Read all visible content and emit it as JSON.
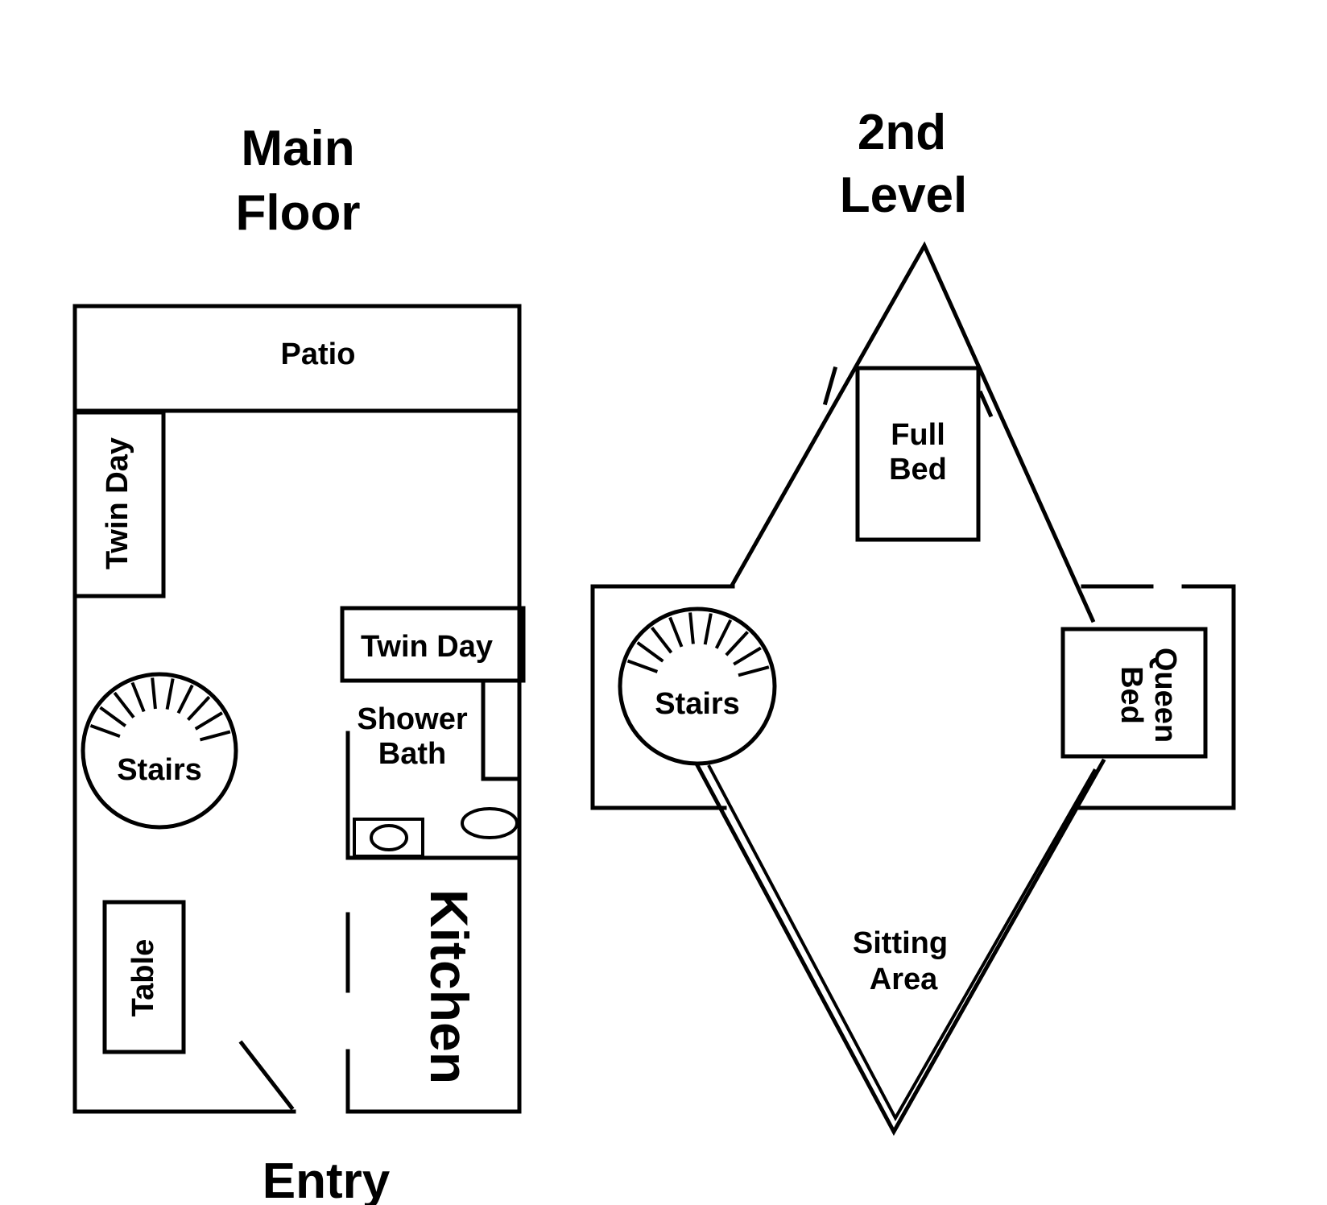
{
  "main_floor": {
    "title_line1": "Main",
    "title_line2": "Floor",
    "rooms": {
      "patio": "Patio",
      "twin_day_left": "Twin Day",
      "twin_day_right": "Twin Day",
      "shower_bath_line1": "Shower",
      "shower_bath_line2": "Bath",
      "stairs": "Stairs",
      "table": "Table",
      "kitchen": "Kitchen"
    },
    "entry": "Entry"
  },
  "second_level": {
    "title_line1": "2nd",
    "title_line2": "Level",
    "rooms": {
      "full_bed_line1": "Full",
      "full_bed_line2": "Bed",
      "stairs": "Stairs",
      "queen_bed_line1": "Queen",
      "queen_bed_line2": "Bed",
      "sitting_area_line1": "Sitting",
      "sitting_area_line2": "Area"
    }
  }
}
